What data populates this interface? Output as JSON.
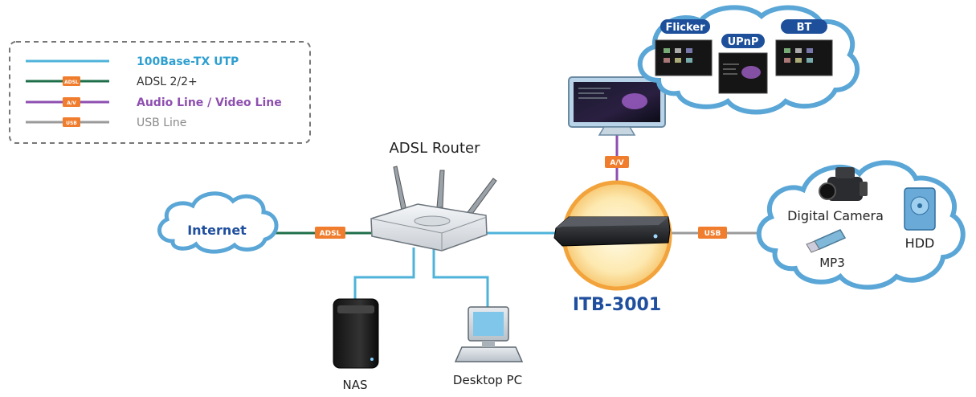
{
  "legend": {
    "items": [
      {
        "label": "100Base-TX UTP",
        "tag": "",
        "line_color": "#4fb3d9",
        "text_color": "#2e9fd0"
      },
      {
        "label": "ADSL 2/2+",
        "tag": "ADSL",
        "line_color": "#1f6e4a",
        "text_color": "#333333"
      },
      {
        "label": "Audio Line / Video Line",
        "tag": "A/V",
        "line_color": "#8e4fb0",
        "text_color": "#8e4fb0"
      },
      {
        "label": "USB Line",
        "tag": "USB",
        "line_color": "#9a9a9a",
        "text_color": "#8a8a8a"
      }
    ]
  },
  "nodes": {
    "router": "ADSL Router",
    "internet": "Internet",
    "device": "ITB-3001",
    "nas": "NAS",
    "desktop": "Desktop PC",
    "camera": "Digital Camera",
    "mp3": "MP3",
    "hdd": "HDD"
  },
  "services": [
    {
      "label": "Flicker"
    },
    {
      "label": "UPnP"
    },
    {
      "label": "BT"
    }
  ],
  "line_tags": {
    "adsl": "ADSL",
    "av": "A/V",
    "usb": "USB"
  },
  "colors": {
    "utp": "#4fb3d9",
    "adsl": "#1f6e4a",
    "av": "#8e4fb0",
    "usb": "#9a9a9a",
    "tag": "#f07d2e",
    "device_label": "#1f4f9e",
    "cloud_stroke": "#5aa6d6"
  }
}
